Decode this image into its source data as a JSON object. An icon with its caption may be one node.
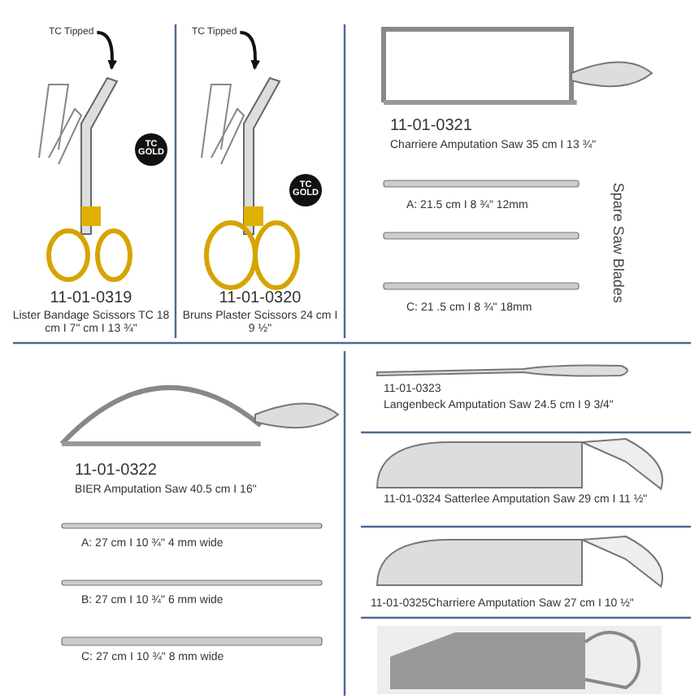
{
  "diagram": {
    "nodes": [
      {
        "text": [
          "TC Tipped"
        ]
      },
      {
        "text": [
          "TC Tipped"
        ]
      },
      {
        "text": [
          "TC GOLD"
        ]
      },
      {
        "text": [
          "TC GOLD"
        ]
      }
    ],
    "edges": [
      {
        "from": 0,
        "to": null,
        "arrow": "to"
      },
      {
        "from": 1,
        "to": null,
        "arrow": "to"
      }
    ],
    "labels": [
      "11-01-0319",
      "Lister Bandage Scissors TC 18 cm I 7\" cm I 13 ¾\"",
      "11-01-0320",
      "Bruns Plaster Scissors 24 cm I 9 ½\"",
      "11-01-0321",
      "Charriere Amputation Saw 35 cm I 13 ¾\"",
      "A: 21.5 cm I 8 ¾\" 12mm",
      "C: 21 .5 cm I 8 ¾\" 18mm",
      "Spare Saw Blades",
      "11-01-0322",
      "BIER Amputation Saw 40.5 cm I 16\"",
      "A: 27 cm I 10 ¾\" 4 mm wide",
      "B: 27 cm I 10 ¾\" 6 mm wide",
      "C: 27 cm I 10 ¾\" 8 mm wide",
      "11-01-0323",
      "Langenbeck Amputation Saw 24.5 cm I 9 3/4\"",
      "11-01-0324 Satterlee Amputation Saw 29 cm I 11 ½\"",
      "11-01-0325Charriere Amputation Saw 27 cm I 10 ½\""
    ]
  }
}
